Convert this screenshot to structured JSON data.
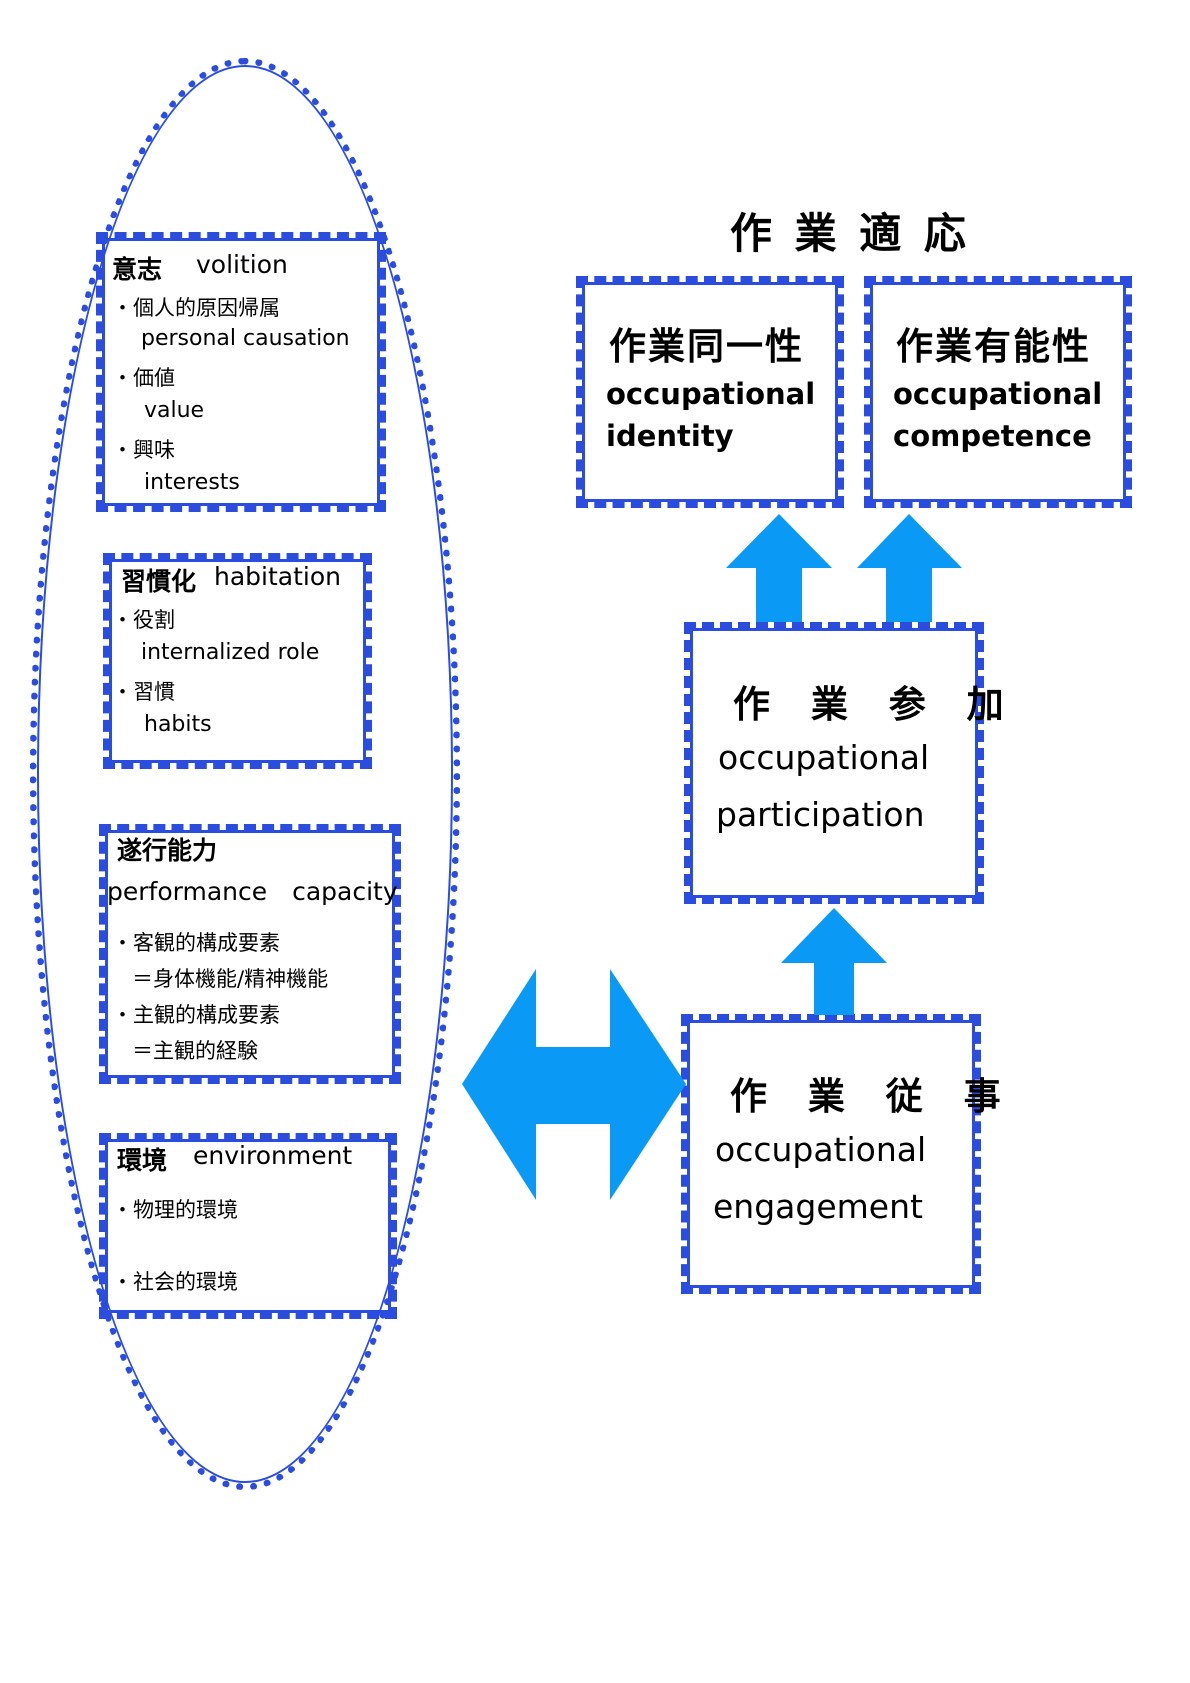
{
  "title": "作 業 適 応",
  "left_panel": {
    "volition": {
      "title_jp": "意志",
      "title_en": "volition",
      "items": [
        {
          "jp": "・個人的原因帰属",
          "en": "personal causation"
        },
        {
          "jp": "・価値",
          "en": "value"
        },
        {
          "jp": "・興味",
          "en": "interests"
        }
      ]
    },
    "habituation": {
      "title_jp": "習慣化",
      "title_en": "habitation",
      "items": [
        {
          "jp": "・役割",
          "en": "internalized role"
        },
        {
          "jp": "・習慣",
          "en": "habits"
        }
      ]
    },
    "performance": {
      "title_jp": "遂行能力",
      "title_en": "performance　capacity",
      "lines": [
        "・客観的構成要素",
        "＝身体機能/精神機能",
        "・主観的構成要素",
        "＝主観的経験"
      ]
    },
    "environment": {
      "title_jp": "環境",
      "title_en": "environment",
      "items": [
        "・物理的環境",
        "・社会的環境"
      ]
    }
  },
  "identity": {
    "jp": "作業同一性",
    "en_line1": "occupational",
    "en_line2": "identity"
  },
  "competence": {
    "jp": "作業有能性",
    "en_line1": "occupational",
    "en_line2": "competence"
  },
  "participation": {
    "jp": "作 業 参 加",
    "en_line1": "occupational",
    "en_line2": "participation"
  },
  "engagement": {
    "jp": "作 業 従 事",
    "en_line1": "occupational",
    "en_line2": "engagement"
  },
  "colors": {
    "border": "#2a4de0",
    "arrow": "#0a9af5"
  }
}
